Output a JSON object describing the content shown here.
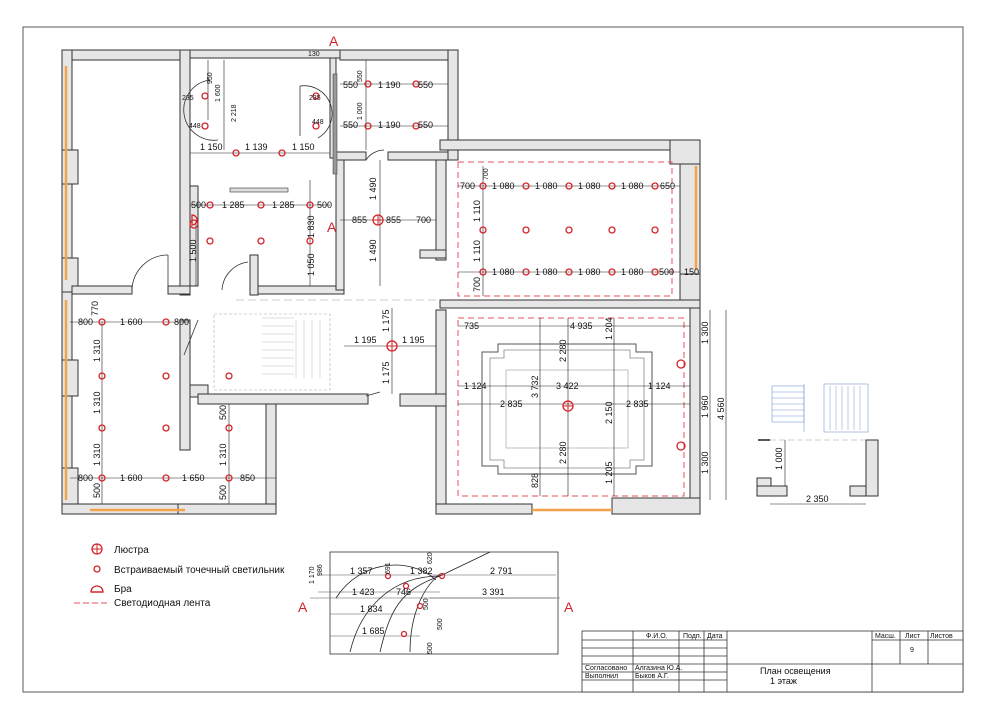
{
  "section_marker": "A",
  "legend": [
    {
      "symbol": "chandelier-icon",
      "label": "Люстра"
    },
    {
      "symbol": "spotlight-icon",
      "label": "Встраиваемый точечный светильник"
    },
    {
      "symbol": "sconce-icon",
      "label": "Бра"
    },
    {
      "symbol": "led-strip-icon",
      "label": "Светодиодная лента"
    }
  ],
  "colors": {
    "fixture": "#d2232a",
    "led_strip": "#e4505a",
    "window": "#f4a24a",
    "wall_fill": "#e6e6e6"
  },
  "dims": {
    "top_room": [
      "130",
      "950",
      "1 600",
      "2 218",
      "235",
      "235",
      "448",
      "448",
      "1 150",
      "1 139",
      "1 150"
    ],
    "wc": [
      "550",
      "1 190",
      "550",
      "550",
      "1 000",
      "550",
      "1 190",
      "550"
    ],
    "mid_room": [
      "500",
      "1 285",
      "1 285",
      "500",
      "1 830",
      "1 500",
      "1 050"
    ],
    "corridor": [
      "1 490",
      "855",
      "855",
      "700",
      "1 490"
    ],
    "right_top": [
      "700",
      "1 080",
      "1 080",
      "1 080",
      "1 080",
      "650",
      "700",
      "1 110",
      "1 110",
      "700",
      "1 080",
      "1 080",
      "1 080",
      "1 080",
      "500",
      "150"
    ],
    "left_room": [
      "770",
      "800",
      "1 600",
      "800",
      "1 310",
      "1 310",
      "1 310",
      "500",
      "500",
      "1 310",
      "800",
      "1 600",
      "1 650",
      "850",
      "500"
    ],
    "hall": [
      "1 175",
      "1 195",
      "1 195",
      "1 175"
    ],
    "living": [
      "735",
      "4 935",
      "1 204",
      "2 280",
      "1 300",
      "1 124",
      "3 422",
      "1 124",
      "3 732",
      "2 835",
      "2 150",
      "2 835",
      "1 960",
      "4 560",
      "2 280",
      "828",
      "1 205",
      "1 300"
    ],
    "stair_detail": [
      "1 000",
      "2 350"
    ],
    "section": [
      "1 170",
      "986",
      "620",
      "1 357",
      "691",
      "1 382",
      "2 791",
      "1 423",
      "746",
      "500",
      "3 391",
      "1 834",
      "500",
      "1 685",
      "500"
    ]
  },
  "title_block": {
    "header": [
      "",
      "Ф.И.О.",
      "Подп.",
      "Дата"
    ],
    "rows": [
      {
        "role": "Согласовано",
        "name": "Алгазина Ю.А."
      },
      {
        "role": "Выполнил",
        "name": "Быков А.Г."
      }
    ],
    "title_line1": "План освещения",
    "title_line2": "1 этаж",
    "scale_label": "Масш.",
    "sheet_label": "Лист",
    "sheets_label": "Листов",
    "sheet_number": "9"
  }
}
